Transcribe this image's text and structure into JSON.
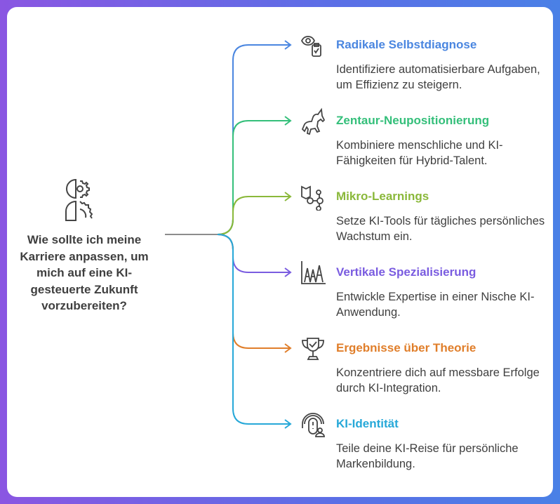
{
  "question": "Wie sollte ich meine Karriere anpassen, um mich auf eine KI-gesteuerte Zukunft vorzubereiten?",
  "colors": {
    "trunk": "#8c8c8c",
    "text": "#3f3f3f"
  },
  "items": [
    {
      "title": "Radikale Selbstdiagnose",
      "desc": "Identifiziere automatisierbare Aufgaben, um Effizienz zu steigern.",
      "color": "#4a86e0",
      "icon": "eye-clipboard-icon"
    },
    {
      "title": "Zentaur-Neupositionierung",
      "desc": "Kombiniere menschliche und KI-Fähigkeiten für Hybrid-Talent.",
      "color": "#34bf7a",
      "icon": "unicorn-icon"
    },
    {
      "title": "Mikro-Learnings",
      "desc": "Setze KI-Tools für tägliches persönliches Wachstum ein.",
      "color": "#8ab83a",
      "icon": "book-network-icon"
    },
    {
      "title": "Vertikale Spezialisierung",
      "desc": "Entwickle Expertise in einer Nische KI-Anwendung.",
      "color": "#7a5ce0",
      "icon": "peaks-chart-icon"
    },
    {
      "title": "Ergebnisse über Theorie",
      "desc": "Konzentriere dich auf messbare Erfolge durch KI-Integration.",
      "color": "#e07e2a",
      "icon": "trophy-check-icon"
    },
    {
      "title": "KI-Identität",
      "desc": "Teile deine KI-Reise für persönliche Markenbildung.",
      "color": "#26a8d8",
      "icon": "fingerprint-user-icon"
    }
  ]
}
